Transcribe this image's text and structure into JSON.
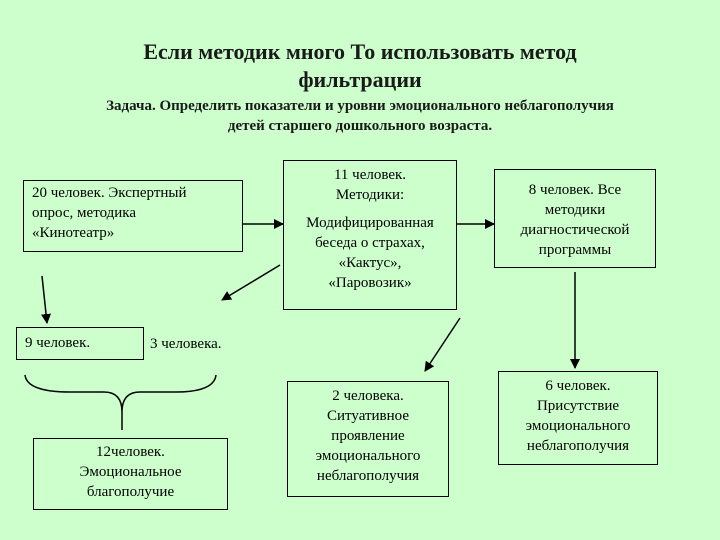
{
  "title": {
    "line1": "Если методик много То использовать метод",
    "line2": "фильтрации"
  },
  "task": {
    "line1": "Задача. Определить показатели и уровни эмоционального неблагополучия",
    "line2": "детей старшего дошкольного возраста."
  },
  "box_expert": {
    "line1": "20 человек. Экспертный",
    "line2": "опрос,  методика",
    "line3": "«Кинотеатр»"
  },
  "box_11": {
    "line1": "11 человек.",
    "line2": "Методики:",
    "line3": "Модифицированная",
    "line4": "беседа о страхах,",
    "line5": "«Кактус»,",
    "line6": "«Паровозик»"
  },
  "box_8": {
    "line1": "8 человек. Все",
    "line2": "методики",
    "line3": "диагностической",
    "line4": "программы"
  },
  "box_9": {
    "line1": "9 человек."
  },
  "text_3": {
    "line1": "3 человека."
  },
  "box_12": {
    "line1": "12человек.",
    "line2": "Эмоциональное",
    "line3": "благополучие"
  },
  "box_2": {
    "line1": "2 человека.",
    "line2": "Ситуативное",
    "line3": "проявление",
    "line4": "эмоционального",
    "line5": "неблагополучия"
  },
  "box_6": {
    "line1": "6 человек.",
    "line2": "Присутствие",
    "line3": "эмоционального",
    "line4": "неблагополучия"
  }
}
